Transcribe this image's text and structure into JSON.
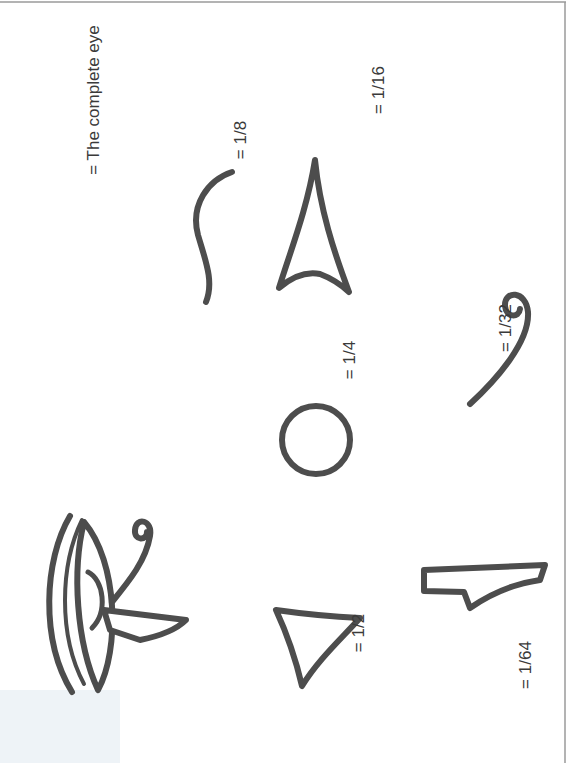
{
  "diagram": {
    "labels": [
      "= The complete eye",
      "= 1/8",
      "= 1/16",
      "= 1/4",
      "= 1/32",
      "= 1/2",
      "= 1/64"
    ]
  }
}
